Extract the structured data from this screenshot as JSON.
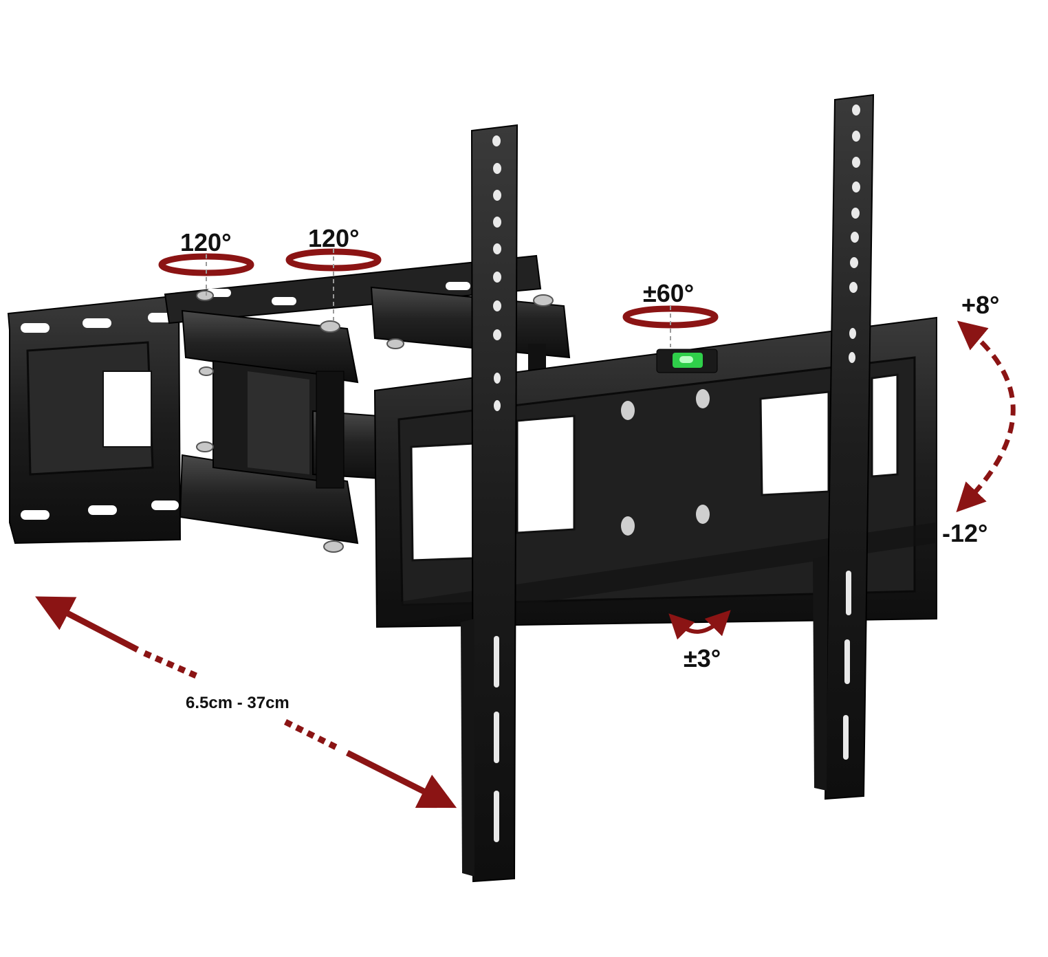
{
  "labels": {
    "arm_rotation_1": "120°",
    "arm_rotation_2": "120°",
    "swivel": "±60°",
    "tilt_up": "+8°",
    "tilt_down": "-12°",
    "rotation": "±3°",
    "extension": "6.5cm  -  37cm"
  },
  "colors": {
    "arrow": "#8b1414",
    "metal": "#1d1d1d",
    "metal_dark": "#0e0e0e",
    "metal_light": "#3a3a3a",
    "hole": "#eeeeee",
    "bolt": "#bdbdbd",
    "level_bubble": "#2fcf4a"
  },
  "icons": [
    "wall-mount-bracket",
    "level-bubble-icon",
    "rotation-arrow-icon",
    "tilt-arrow-icon",
    "extension-arrow-icon"
  ]
}
